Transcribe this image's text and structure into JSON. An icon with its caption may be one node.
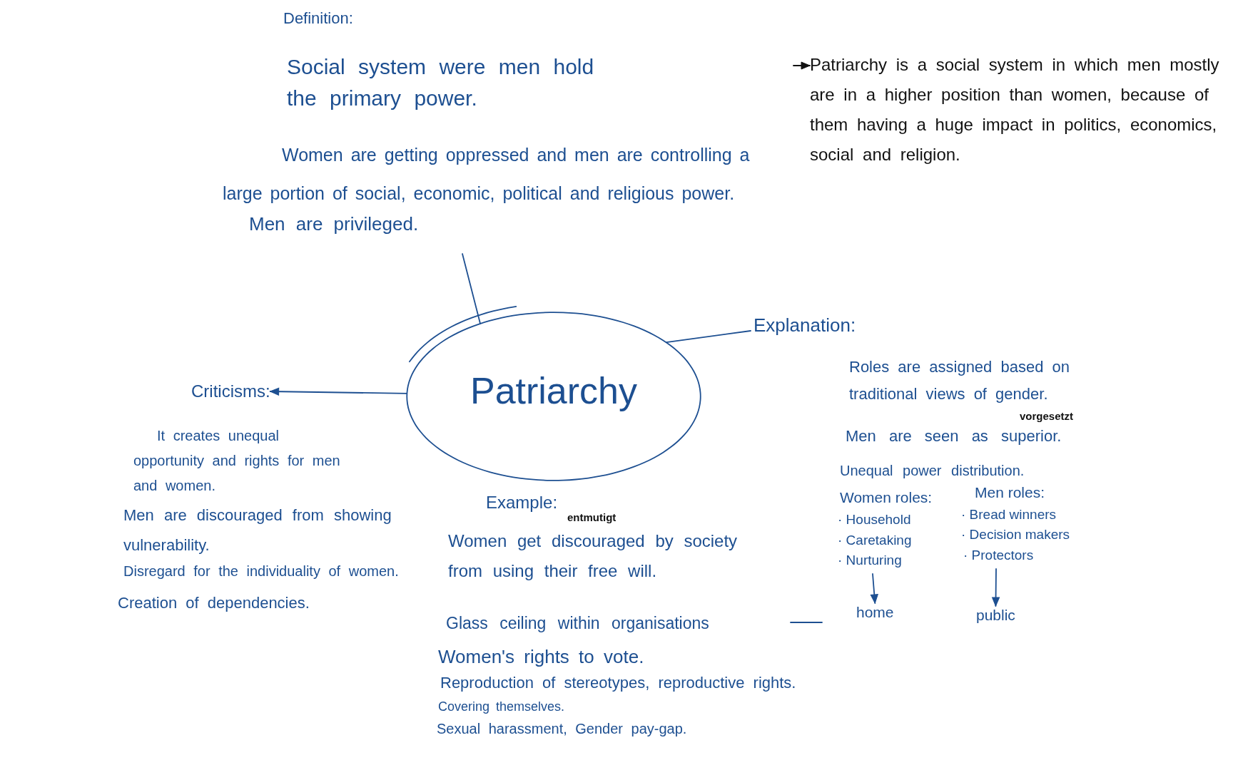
{
  "diagram": {
    "nodes": [
      {
        "text": [
          "Definition:",
          "Social system were men hold the primary power.",
          "Women are getting oppressed and men are controlling a large portion of social, economic, political and religious power.",
          "Men are privileged."
        ]
      },
      {
        "text": [
          "Patriarchy is a social system in which men mostly are in a higher position than women, because of them having a huge impact in politics, economics, social and religion."
        ]
      },
      {
        "text": [
          "Patriarchy"
        ]
      },
      {
        "text": [
          "Explanation:",
          "Roles are assigned based on traditional views of gender.",
          "Men are seen as superior.",
          "Unequal power distribution."
        ]
      },
      {
        "text": [
          "Criticisms:"
        ],
        "beside": [
          "It creates unequal opportunity and rights for men and women.",
          "Men are discouraged from showing vulnerability.",
          "Disregard for the individuality of women.",
          "Creation of dependencies."
        ]
      },
      {
        "text": [
          "Women roles:",
          "· Household",
          "· Caretaking",
          "· Nurturing"
        ]
      },
      {
        "text": [
          "Men roles:",
          "· Bread winners",
          "· Decision makers",
          "· Protectors"
        ]
      },
      {
        "text": [
          "home"
        ]
      },
      {
        "text": [
          "public"
        ]
      }
    ],
    "edges": [
      {
        "from": null,
        "to": 1,
        "arrow": "to",
        "color": "#111111"
      },
      {
        "from": 2,
        "to": 0,
        "arrow": "none"
      },
      {
        "from": 2,
        "to": 3,
        "arrow": "none"
      },
      {
        "from": 2,
        "to": 4,
        "arrow": "to"
      },
      {
        "from": 5,
        "to": 7,
        "arrow": "to"
      },
      {
        "from": 6,
        "to": 8,
        "arrow": "to"
      }
    ],
    "labels": [
      "vorgesetzt",
      "Example:",
      "entmutigt",
      "Women get discouraged by society from using their free will.",
      "Glass ceiling within organisations",
      "Women's rights to vote.",
      "Reproduction of stereotypes, reproductive rights.",
      "Covering themselves.",
      "Sexual harassment, Gender pay-gap."
    ]
  }
}
